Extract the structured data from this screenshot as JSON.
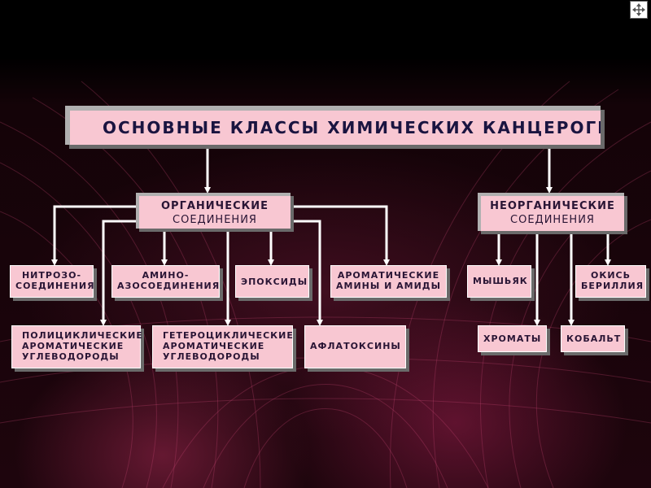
{
  "title": "ОСНОВНЫЕ  КЛАССЫ  ХИМИЧЕСКИХ  КАНЦЕРОГЕНОВ",
  "organic": {
    "line1": "ОРГАНИЧЕСКИЕ",
    "line2": "СОЕДИНЕНИЯ"
  },
  "inorganic": {
    "line1": "НЕОРГАНИЧЕСКИЕ",
    "line2": "СОЕДИНЕНИЯ"
  },
  "organic_children": {
    "nitroso": {
      "line1": "НИТРОЗО-",
      "line2": "СОЕДИНЕНИЯ"
    },
    "amino": {
      "line1": "АМИНО-",
      "line2": "АЗОСОЕДИНЕНИЯ"
    },
    "epoxides": {
      "line1": "ЭПОКСИДЫ"
    },
    "aromatic_amines": {
      "line1": "АРОМАТИЧЕСКИЕ",
      "line2": "АМИНЫ  И  АМИДЫ"
    },
    "polycyclic": {
      "line1": "ПОЛИЦИКЛИЧЕСКИЕ",
      "line2": "АРОМАТИЧЕСКИЕ",
      "line3": "УГЛЕВОДОРОДЫ"
    },
    "heterocyclic": {
      "line1": "ГЕТЕРОЦИКЛИЧЕСКИЕ",
      "line2": "АРОМАТИЧЕСКИЕ",
      "line3": "УГЛЕВОДОРОДЫ"
    },
    "aflatoxins": {
      "line1": "АФЛАТОКСИНЫ"
    }
  },
  "inorganic_children": {
    "arsenic": {
      "line1": "МЫШЬЯК"
    },
    "beryllium": {
      "line1": "ОКИСЬ",
      "line2": "БЕРИЛЛИЯ"
    },
    "chromates": {
      "line1": "ХРОМАТЫ"
    },
    "cobalt": {
      "line1": "КОБАЛЬТ"
    }
  },
  "icons": {
    "nav": "navigation-arrows-icon"
  },
  "colors": {
    "box_fill": "#f8c7d2",
    "box_text": "#2a1535",
    "background": "#000000",
    "connector": "#ffffff"
  }
}
